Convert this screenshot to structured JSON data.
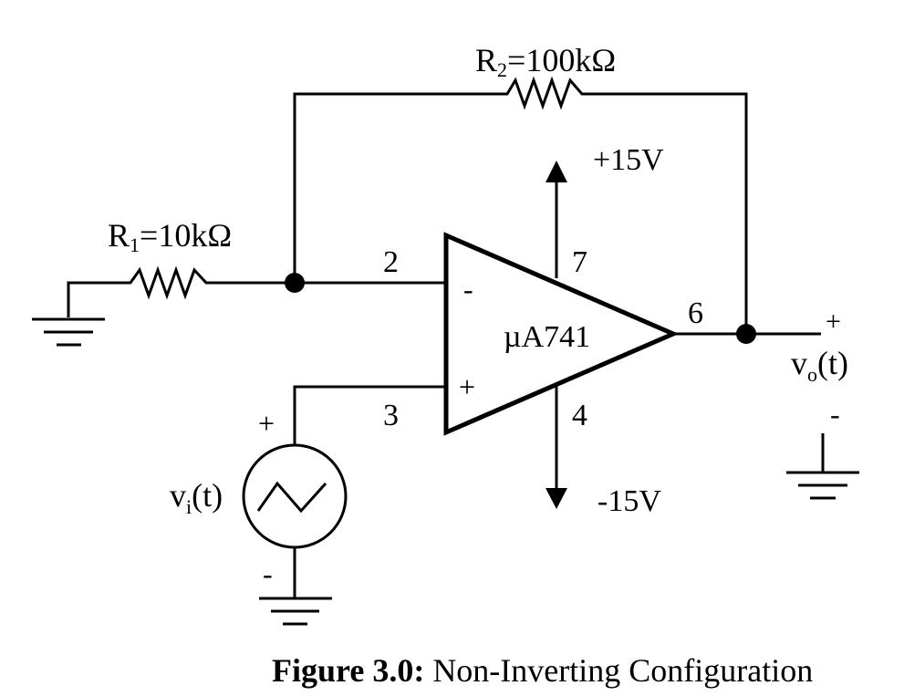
{
  "components": {
    "r1_label": "R",
    "r1_sub": "1",
    "r1_value": "=10kΩ",
    "r2_label": "R",
    "r2_sub": "2",
    "r2_value": "=100kΩ",
    "opamp_name": "µA741",
    "inv_input_sign": "-",
    "noninv_input_sign": "+"
  },
  "pins": {
    "pin2": "2",
    "pin3": "3",
    "pin4": "4",
    "pin6": "6",
    "pin7": "7"
  },
  "supplies": {
    "positive": "+15V",
    "negative": "-15V"
  },
  "source": {
    "label": "v",
    "sub": "i",
    "suffix": "(t)",
    "plus": "+",
    "minus": "-"
  },
  "output": {
    "label": "v",
    "sub": "o",
    "suffix": "(t)",
    "plus": "+",
    "minus": "-"
  },
  "caption": {
    "bold": "Figure 3.0:",
    "text": " Non-Inverting Configuration"
  }
}
